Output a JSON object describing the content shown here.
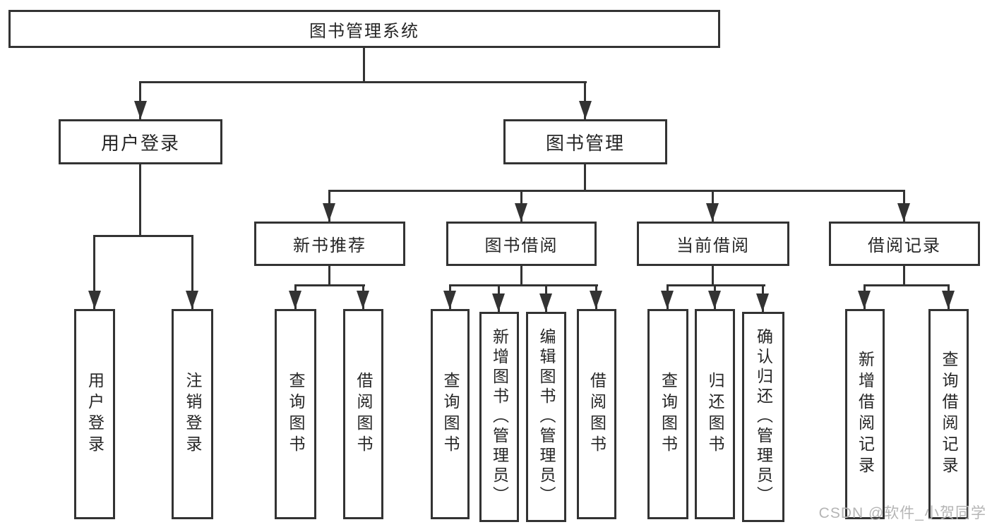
{
  "nodes": {
    "root": "图书管理系统",
    "user_login": "用户登录",
    "book_management": "图书管理",
    "new_book_recommend": "新书推荐",
    "book_borrowing": "图书借阅",
    "current_borrowing": "当前借阅",
    "borrowing_records": "借阅记录",
    "leaf_user_login": "用户登录",
    "leaf_logout": "注销登录",
    "leaf_nbr_query_books": "查询图书",
    "leaf_nbr_borrow_books": "借阅图书",
    "leaf_bb_query_books": "查询图书",
    "leaf_bb_add_books": "新增图书（管理员）",
    "leaf_bb_edit_books": "编辑图书（管理员）",
    "leaf_bb_borrow_books": "借阅图书",
    "leaf_cb_query_books": "查询图书",
    "leaf_cb_return_books": "归还图书",
    "leaf_cb_confirm_return": "确认归还（管理员）",
    "leaf_br_add_record": "新增借阅记录",
    "leaf_br_query_record": "查询借阅记录"
  },
  "watermark": "CSDN @软件_小贺同学",
  "colors": {
    "line": "#333333",
    "text": "#262626",
    "background": "#ffffff",
    "watermark": "#b5b5b5"
  }
}
